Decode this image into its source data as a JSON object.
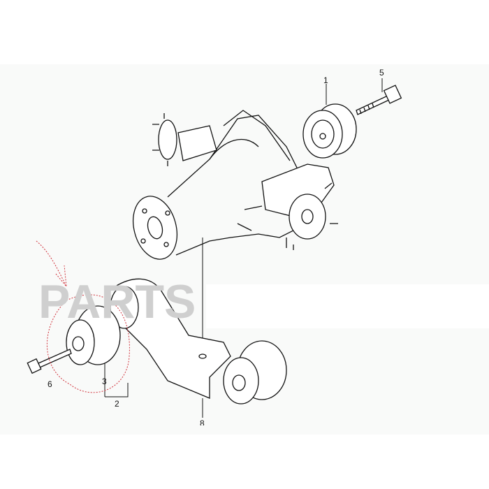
{
  "diagram": {
    "callouts": [
      {
        "id": "1",
        "part": "pulley-mount"
      },
      {
        "id": "2",
        "part": "mount-bracket"
      },
      {
        "id": "3",
        "part": "bushing"
      },
      {
        "id": "5",
        "part": "bolt-upper"
      },
      {
        "id": "6",
        "part": "bolt-lower"
      },
      {
        "id": "8",
        "part": "bottom-callout"
      }
    ],
    "watermark": "PARTS",
    "annotation_color": "#d0303a",
    "line_color": "#111111"
  }
}
